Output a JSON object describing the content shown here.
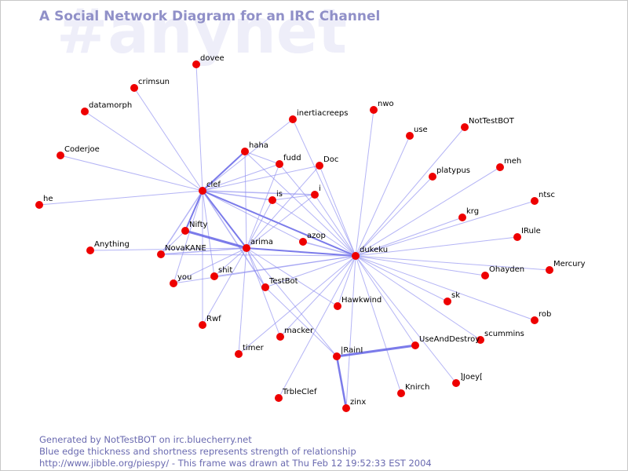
{
  "watermark": "#anynet",
  "title": "A Social Network Diagram for an IRC Channel",
  "footer": {
    "line1": "Generated by NotTestBOT on irc.bluecherry.net",
    "line2": "Blue edge thickness and shortness represents strength of relationship",
    "line3": "http://www.jibble.org/piespy/ - This frame was drawn at Thu Feb 12 19:52:33 EST 2004"
  },
  "colors": {
    "node": "#ee0000",
    "edge": "#8c8cf0",
    "strong_edge": "#6464e6",
    "title": "#9090c8",
    "watermark": "#eeeef9"
  },
  "nodes": [
    {
      "id": "dovee",
      "label": "dovee"
    },
    {
      "id": "crimsun",
      "label": "crimsun"
    },
    {
      "id": "datamorph",
      "label": "datamorph"
    },
    {
      "id": "Coderjoe",
      "label": "Coderjoe"
    },
    {
      "id": "he",
      "label": "he"
    },
    {
      "id": "Anything",
      "label": "Anything"
    },
    {
      "id": "clef",
      "label": "clef"
    },
    {
      "id": "haha",
      "label": "haha"
    },
    {
      "id": "fudd",
      "label": "fudd"
    },
    {
      "id": "inertiacreeps",
      "label": "inertiacreeps"
    },
    {
      "id": "Doc",
      "label": "Doc"
    },
    {
      "id": "is",
      "label": "is"
    },
    {
      "id": "i",
      "label": "i"
    },
    {
      "id": "Nifty",
      "label": "Nifty"
    },
    {
      "id": "NovaKANE",
      "label": "NovaKANE"
    },
    {
      "id": "arima",
      "label": "arima"
    },
    {
      "id": "azop",
      "label": "azop"
    },
    {
      "id": "you",
      "label": "you"
    },
    {
      "id": "shit",
      "label": "shit"
    },
    {
      "id": "TestBot",
      "label": "TestBot"
    },
    {
      "id": "Rwf",
      "label": "Rwf"
    },
    {
      "id": "macker",
      "label": "macker"
    },
    {
      "id": "timer",
      "label": "timer"
    },
    {
      "id": "Hawkwind",
      "label": "Hawkwind"
    },
    {
      "id": "dukeku",
      "label": "dukeku"
    },
    {
      "id": "nwo",
      "label": "nwo"
    },
    {
      "id": "use",
      "label": "use"
    },
    {
      "id": "NotTestBOT",
      "label": "NotTestBOT"
    },
    {
      "id": "platypus",
      "label": "platypus"
    },
    {
      "id": "meh",
      "label": "meh"
    },
    {
      "id": "ntsc",
      "label": "ntsc"
    },
    {
      "id": "krg",
      "label": "krg"
    },
    {
      "id": "IRule",
      "label": "IRule"
    },
    {
      "id": "Mercury",
      "label": "Mercury"
    },
    {
      "id": "Ohayden",
      "label": "Ohayden"
    },
    {
      "id": "sk",
      "label": "sk"
    },
    {
      "id": "rob",
      "label": "rob"
    },
    {
      "id": "scummins",
      "label": "scummins"
    },
    {
      "id": "UseAndDestroy",
      "label": "UseAndDestroy"
    },
    {
      "id": "IRainI",
      "label": "|RainI"
    },
    {
      "id": "Joey",
      "label": "]Joey["
    },
    {
      "id": "Knirch",
      "label": "Knirch"
    },
    {
      "id": "TrbleClef",
      "label": "TrbleClef"
    },
    {
      "id": "zinx",
      "label": "zinx"
    }
  ],
  "edges": [
    [
      "clef",
      "dovee",
      1
    ],
    [
      "clef",
      "crimsun",
      1
    ],
    [
      "clef",
      "datamorph",
      1
    ],
    [
      "clef",
      "Coderjoe",
      1
    ],
    [
      "clef",
      "he",
      1
    ],
    [
      "clef",
      "haha",
      2
    ],
    [
      "clef",
      "fudd",
      1
    ],
    [
      "clef",
      "inertiacreeps",
      1
    ],
    [
      "clef",
      "Doc",
      1
    ],
    [
      "clef",
      "is",
      1.5
    ],
    [
      "clef",
      "i",
      1.5
    ],
    [
      "clef",
      "Nifty",
      2
    ],
    [
      "clef",
      "NovaKANE",
      1.5
    ],
    [
      "clef",
      "arima",
      2
    ],
    [
      "clef",
      "you",
      1
    ],
    [
      "clef",
      "shit",
      1
    ],
    [
      "clef",
      "TestBot",
      1.5
    ],
    [
      "clef",
      "Rwf",
      1
    ],
    [
      "clef",
      "azop",
      1
    ],
    [
      "clef",
      "dukeku",
      2
    ],
    [
      "arima",
      "Nifty",
      3
    ],
    [
      "arima",
      "NovaKANE",
      1.5
    ],
    [
      "arima",
      "you",
      1
    ],
    [
      "arima",
      "shit",
      1
    ],
    [
      "arima",
      "TestBot",
      1
    ],
    [
      "arima",
      "Rwf",
      1
    ],
    [
      "arima",
      "macker",
      1
    ],
    [
      "arima",
      "timer",
      1
    ],
    [
      "arima",
      "haha",
      1
    ],
    [
      "arima",
      "fudd",
      1
    ],
    [
      "arima",
      "Doc",
      1
    ],
    [
      "arima",
      "is",
      1
    ],
    [
      "arima",
      "i",
      1
    ],
    [
      "arima",
      "Anything",
      1
    ],
    [
      "arima",
      "Hawkwind",
      1
    ],
    [
      "arima",
      "dukeku",
      2
    ],
    [
      "arima",
      "IRainI",
      1
    ],
    [
      "dukeku",
      "nwo",
      1
    ],
    [
      "dukeku",
      "use",
      1
    ],
    [
      "dukeku",
      "NotTestBOT",
      1
    ],
    [
      "dukeku",
      "platypus",
      1
    ],
    [
      "dukeku",
      "meh",
      1
    ],
    [
      "dukeku",
      "ntsc",
      1
    ],
    [
      "dukeku",
      "krg",
      1
    ],
    [
      "dukeku",
      "IRule",
      1
    ],
    [
      "dukeku",
      "Mercury",
      1
    ],
    [
      "dukeku",
      "Ohayden",
      1
    ],
    [
      "dukeku",
      "sk",
      1
    ],
    [
      "dukeku",
      "rob",
      1
    ],
    [
      "dukeku",
      "scummins",
      1
    ],
    [
      "dukeku",
      "UseAndDestroy",
      1
    ],
    [
      "dukeku",
      "Joey",
      1
    ],
    [
      "dukeku",
      "Knirch",
      1
    ],
    [
      "dukeku",
      "zinx",
      1
    ],
    [
      "dukeku",
      "TrbleClef",
      1
    ],
    [
      "dukeku",
      "Hawkwind",
      1
    ],
    [
      "dukeku",
      "macker",
      1
    ],
    [
      "dukeku",
      "TestBot",
      1
    ],
    [
      "dukeku",
      "azop",
      1.5
    ],
    [
      "dukeku",
      "i",
      1
    ],
    [
      "dukeku",
      "is",
      1
    ],
    [
      "dukeku",
      "Doc",
      1
    ],
    [
      "dukeku",
      "inertiacreeps",
      1
    ],
    [
      "dukeku",
      "haha",
      1
    ],
    [
      "dukeku",
      "fudd",
      1
    ],
    [
      "dukeku",
      "NovaKANE",
      1
    ],
    [
      "dukeku",
      "you",
      1
    ],
    [
      "dukeku",
      "shit",
      1
    ],
    [
      "dukeku",
      "timer",
      1
    ],
    [
      "IRainI",
      "UseAndDestroy",
      3
    ],
    [
      "IRainI",
      "zinx",
      2.5
    ],
    [
      "IRainI",
      "TestBot",
      1
    ],
    [
      "is",
      "i",
      1
    ],
    [
      "haha",
      "fudd",
      1
    ],
    [
      "Nifty",
      "NovaKANE",
      1
    ]
  ]
}
